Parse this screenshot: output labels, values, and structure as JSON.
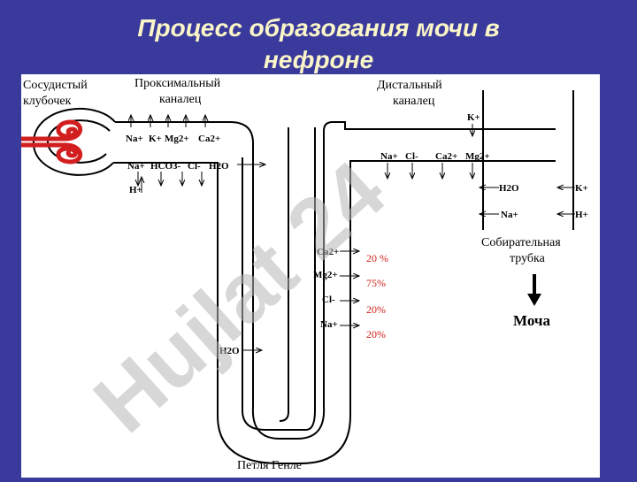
{
  "title": {
    "line1": "Процесс образования мочи в",
    "line2": "нефроне"
  },
  "watermark": {
    "text": "Hujlat 24"
  },
  "colors": {
    "background": "#3a3a9c",
    "title": "#fbf6c8",
    "capillary": "#d21e1e",
    "percent": "#d2201a"
  },
  "labels": {
    "glomerulus": [
      "Сосудистый",
      "клубочек"
    ],
    "proximal": [
      "Проксимальный",
      "каналец"
    ],
    "distal": [
      "Дистальный",
      "каналец"
    ],
    "collecting": [
      "Собирательная",
      "трубка"
    ],
    "loop": "Петля Генле",
    "urine": "Моча"
  },
  "ions": {
    "proximal_reabsorbed": [
      "Na+",
      "K+",
      "Mg2+",
      "Ca2+"
    ],
    "proximal_lower": [
      "Na+",
      "HCO3-",
      "Cl-",
      "H2O"
    ],
    "proximal_secreted": "H+",
    "distal_top": "K+",
    "distal_reabsorbed": [
      "Na+",
      "Cl-",
      "Ca2+",
      "Mg2+"
    ],
    "collecting_left": [
      "H2O",
      "Na+"
    ],
    "collecting_right": [
      "K+",
      "H+"
    ],
    "loop_ions": [
      "Ca2+",
      "Mg2+",
      "Cl-",
      "Na+"
    ],
    "loop_water": "H2O"
  },
  "percentages": [
    "20 %",
    "75%",
    "20%",
    "20%"
  ]
}
